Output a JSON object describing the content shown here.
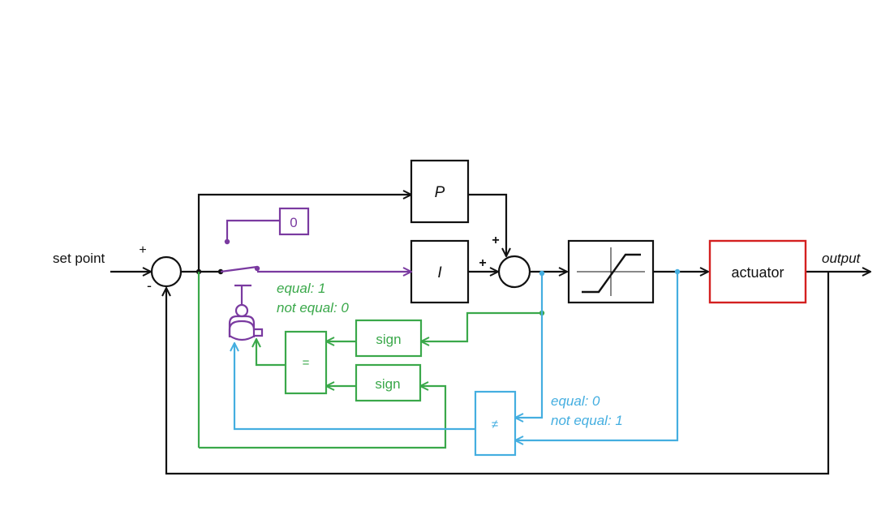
{
  "labels": {
    "set_point": "set point",
    "output": "output",
    "plus_setpoint": "+",
    "minus_feedback": "-",
    "plus_p": "+",
    "plus_i": "+"
  },
  "blocks": {
    "p": "P",
    "i": "I",
    "actuator": "actuator",
    "zero": "0",
    "sign_top": "sign",
    "sign_bottom": "sign",
    "equal": "=",
    "not_equal": "≠"
  },
  "notes": {
    "switch_equal": "equal: 1",
    "switch_not_equal": "not equal: 0",
    "neq_equal": "equal: 0",
    "neq_not_equal": "not equal: 1"
  },
  "colors": {
    "signal": "#111111",
    "switch": "#7a3aa0",
    "sign_logic": "#3aa84a",
    "saturation_logic": "#44aee0",
    "actuator": "#d42020"
  }
}
